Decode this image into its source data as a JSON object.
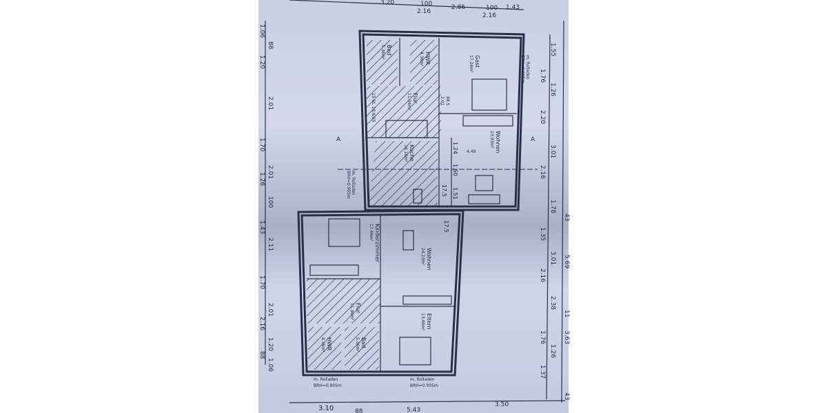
{
  "top_dims": [
    "3.20",
    "100",
    "2.16",
    "2.86",
    "100",
    "2.16",
    "1.43"
  ],
  "bottom_dims": [
    "3.10",
    "88",
    "5.43",
    "3.50"
  ],
  "right_dims_inner": [
    "1.55",
    "1.76",
    "1.26",
    "2.20",
    "3.01",
    "2.16",
    "1.78",
    "1.35",
    "3.01",
    "2.16",
    "2.38",
    "1.76",
    "1.26",
    "1.37"
  ],
  "right_dims_outer": [
    "43",
    "5.69",
    "11",
    "3.63",
    "43"
  ],
  "left_dims": [
    "1.06",
    "88",
    "1.20",
    "2.01",
    "1.70",
    "2.01",
    "1.26",
    "100",
    "1.43",
    "2.11",
    "1.70",
    "2.01",
    "2.16",
    "1.20",
    "88",
    "1.06"
  ],
  "section_mark": "A",
  "rolladen": "m. Rolladen",
  "brh": "BRH=0.905m",
  "rooms": {
    "bad1": {
      "name": "Bad",
      "area": "5.36m²"
    },
    "hwr1": {
      "name": "HWR",
      "area": "4.36m²"
    },
    "gast": {
      "name": "Gast",
      "area": "17.24m²"
    },
    "flur1": {
      "name": "Flur",
      "area": "11.34m²"
    },
    "kueche": {
      "name": "Küche",
      "area": "16.16m²"
    },
    "wohnen1": {
      "name": "Wohnen",
      "area": "23.93m²"
    },
    "kinder": {
      "name": "Kinderzimmer",
      "area": "17.46m²"
    },
    "wohnen2": {
      "name": "Wohnen",
      "area": "24.23m²"
    },
    "flur2": {
      "name": "Flur",
      "area": "11.36m²"
    },
    "eltern": {
      "name": "Eltern",
      "area": "13.46m²"
    },
    "hwr2": {
      "name": "HWR",
      "area": "4.36m²"
    },
    "bad2": {
      "name": "Bad",
      "area": "5.36m²"
    }
  },
  "door_dims": [
    "88.5",
    "2.01"
  ],
  "stairs": "15 St. 18.6/25",
  "inner_dims": [
    "1.24",
    "4.49",
    "1.50",
    "1.51",
    "17.5",
    "17.5"
  ]
}
